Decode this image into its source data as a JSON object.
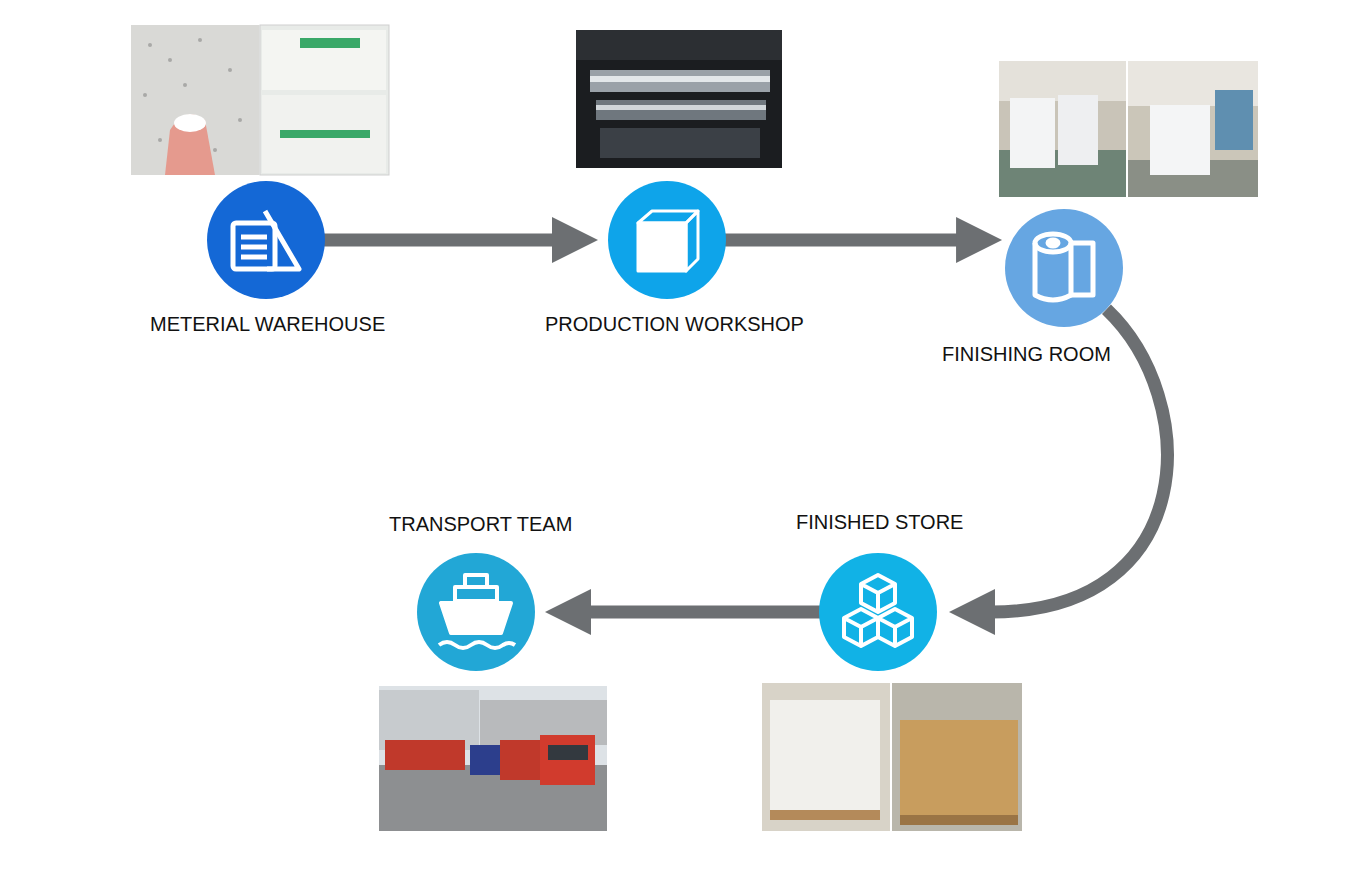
{
  "diagram": {
    "nodes": [
      {
        "text": [
          "METERIAL WAREHOUSE"
        ]
      },
      {
        "text": [
          "PRODUCTION WORKSHOP"
        ]
      },
      {
        "text": [
          "FINISHING ROOM"
        ]
      },
      {
        "text": [
          "FINISHED STORE"
        ]
      },
      {
        "text": [
          "TRANSPORT TEAM"
        ]
      }
    ],
    "edges": [
      {
        "from": 0,
        "to": 1,
        "arrow": "to"
      },
      {
        "from": 1,
        "to": 2,
        "arrow": "to"
      },
      {
        "from": 2,
        "to": 3,
        "arrow": "to"
      },
      {
        "from": 3,
        "to": 4,
        "arrow": "to"
      }
    ]
  }
}
